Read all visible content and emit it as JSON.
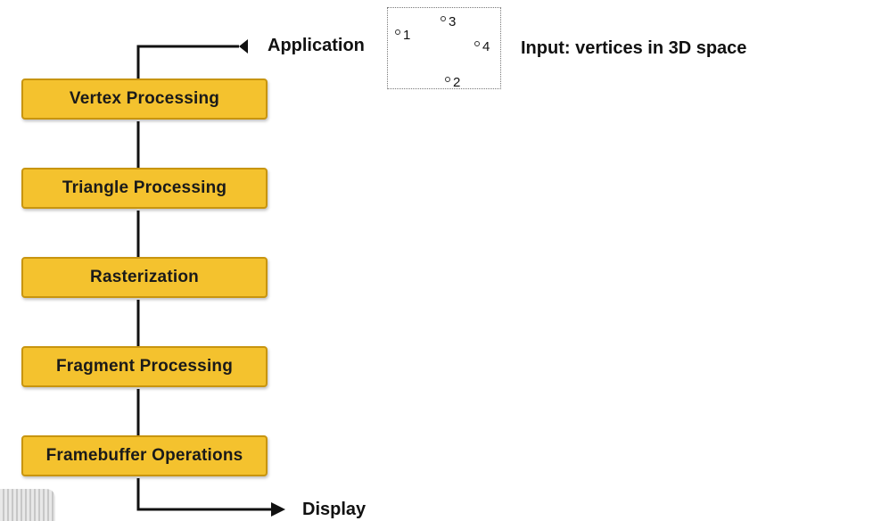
{
  "diagram": {
    "application_label": "Application",
    "display_label": "Display",
    "input_label": "Input: vertices in 3D space",
    "stages": [
      "Vertex Processing",
      "Triangle Processing",
      "Rasterization",
      "Fragment Processing",
      "Framebuffer Operations"
    ],
    "vertices": [
      "1",
      "2",
      "3",
      "4"
    ],
    "colors": {
      "stage_fill": "#F4C22E",
      "stage_border": "#C8950F",
      "wire": "#111111"
    }
  }
}
